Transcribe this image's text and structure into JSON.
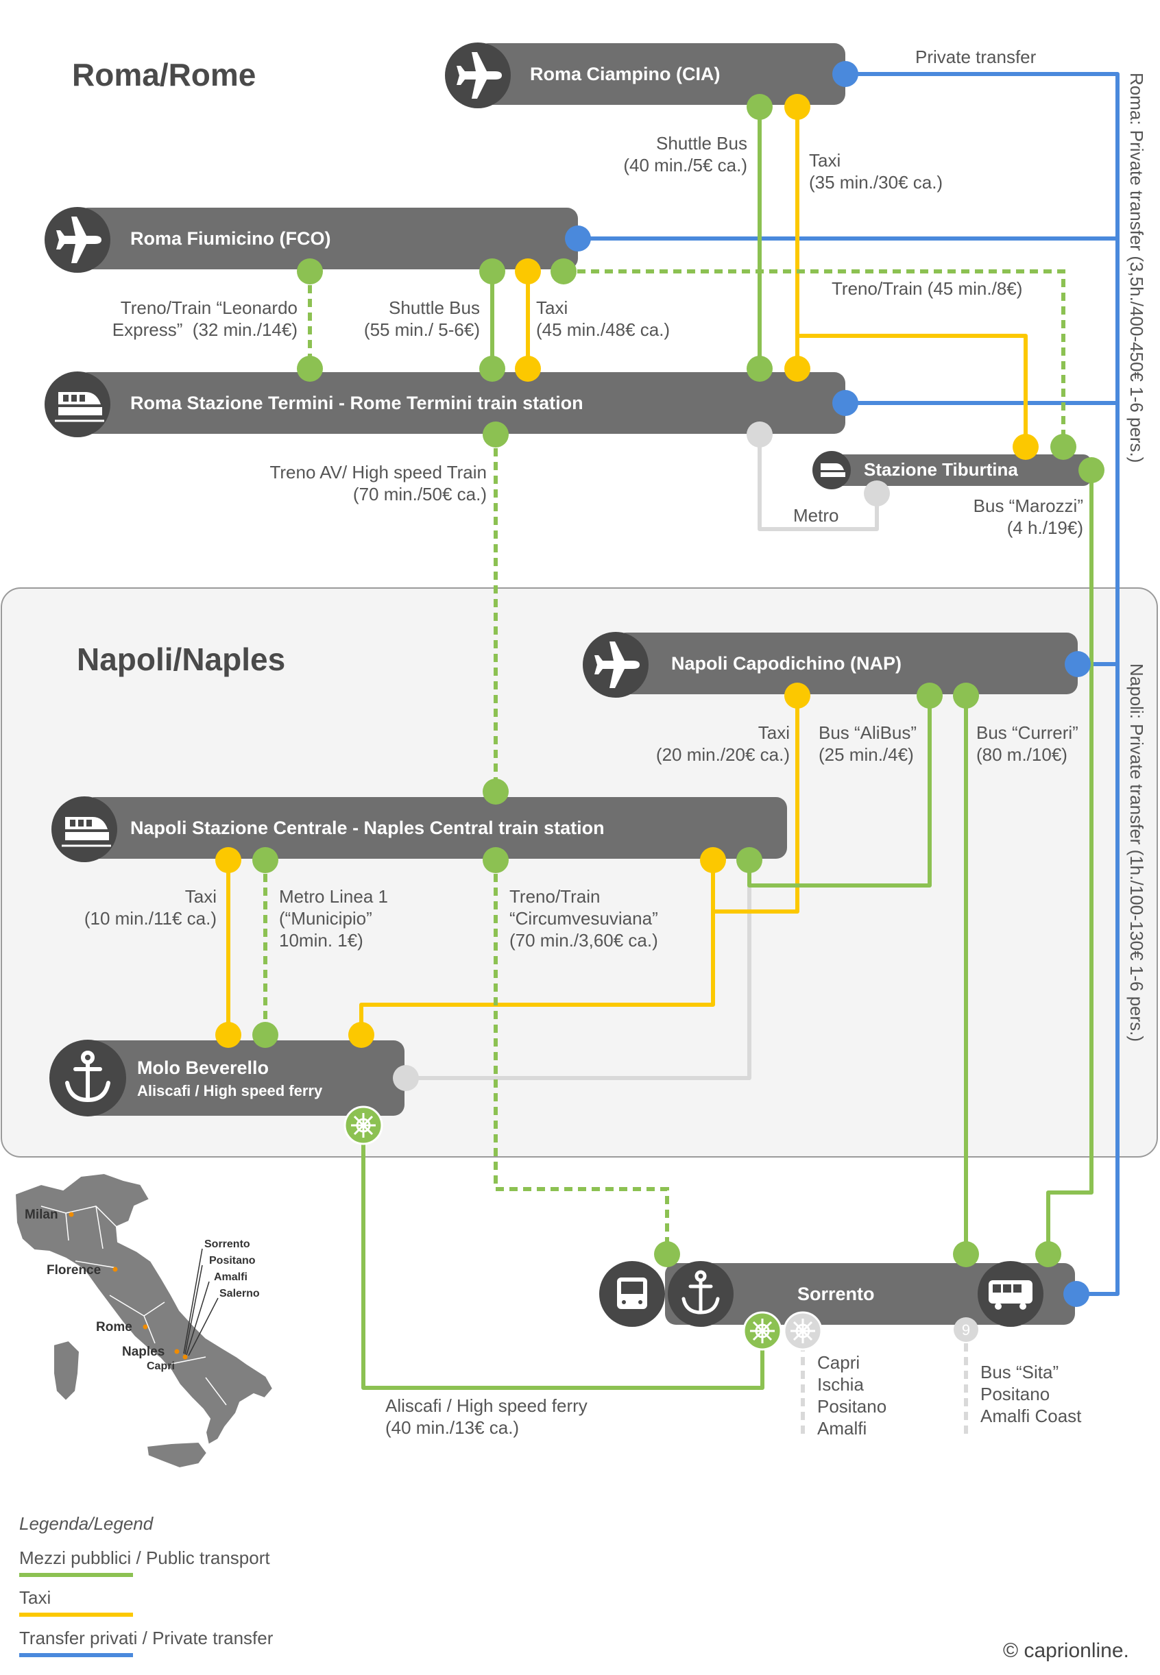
{
  "regions": {
    "rome": "Roma/Rome",
    "naples": "Napoli/Naples"
  },
  "stations": {
    "ciampino": "Roma Ciampino (CIA)",
    "fiumicino": "Roma Fiumicino (FCO)",
    "termini": "Roma Stazione Termini - Rome Termini train station",
    "tiburtina": "Stazione Tiburtina",
    "capodichino": "Napoli Capodichino (NAP)",
    "centrale": "Napoli Stazione Centrale - Naples Central train station",
    "molo": "Molo Beverello",
    "molo_sub": "Aliscafi / High speed ferry",
    "sorrento": "Sorrento"
  },
  "routes": {
    "private_transfer": "Private transfer",
    "cia_shuttle": "Shuttle Bus\n(40 min./5€ ca.)",
    "cia_taxi": "Taxi\n(35 min./30€ ca.)",
    "fco_train": "Treno/Train “Leonardo\nExpress”  (32 min./14€)",
    "fco_shuttle": "Shuttle Bus\n(55 min./ 5-6€)",
    "fco_taxi": "Taxi\n(45 min./48€ ca.)",
    "fco_tiburtina_train": "Treno/Train (45 min./8€)",
    "high_speed_train": "Treno AV/ High speed Train\n(70 min./50€ ca.)",
    "metro": "Metro",
    "marozzi": "Bus “Marozzi”\n(4 h./19€)",
    "nap_taxi": "Taxi\n(20 min./20€ ca.)",
    "alibus": "Bus “AliBus”\n(25 min./4€)",
    "curreri": "Bus “Curreri”\n(80 m./10€)",
    "centrale_taxi": "Taxi\n(10 min./11€ ca.)",
    "metro_linea1": "Metro Linea 1\n(“Municipio”\n10min. 1€)",
    "circumvesuviana": "Treno/Train\n“Circumvesuviana”\n(70 min./3,60€ ca.)",
    "aliscafi": "Aliscafi / High speed ferry\n(40 min./13€ ca.)",
    "ferry_dest": "Capri\nIschia\nPositano\nAmalfi",
    "sita": "Bus “Sita”\nPositano\nAmalfi Coast",
    "sita_number": "9",
    "rome_private_vertical": "Roma: Private transfer (3,5h./400-450€ 1-6 pers.)",
    "naples_private_vertical": "Napoli: Private transfer (1h./100-130€ 1-6 pers.)"
  },
  "map": {
    "milan": "Milan",
    "florence": "Florence",
    "rome": "Rome",
    "naples": "Naples",
    "capri": "Capri",
    "sorrento": "Sorrento",
    "positano": "Positano",
    "amalfi": "Amalfi",
    "salerno": "Salerno"
  },
  "legend": {
    "title": "Legenda/Legend",
    "public": "Mezzi pubblici / Public transport",
    "taxi": "Taxi",
    "private": "Transfer privati / Private transfer"
  },
  "colors": {
    "public": "#8cc152",
    "taxi": "#fcc800",
    "private": "#4a89dc",
    "metro": "#d9d9d9",
    "station": "#6f6f6f",
    "icon": "#474747",
    "panel": "#f4f4f4",
    "marker": "#f08c00"
  },
  "copyright": "© caprionline."
}
